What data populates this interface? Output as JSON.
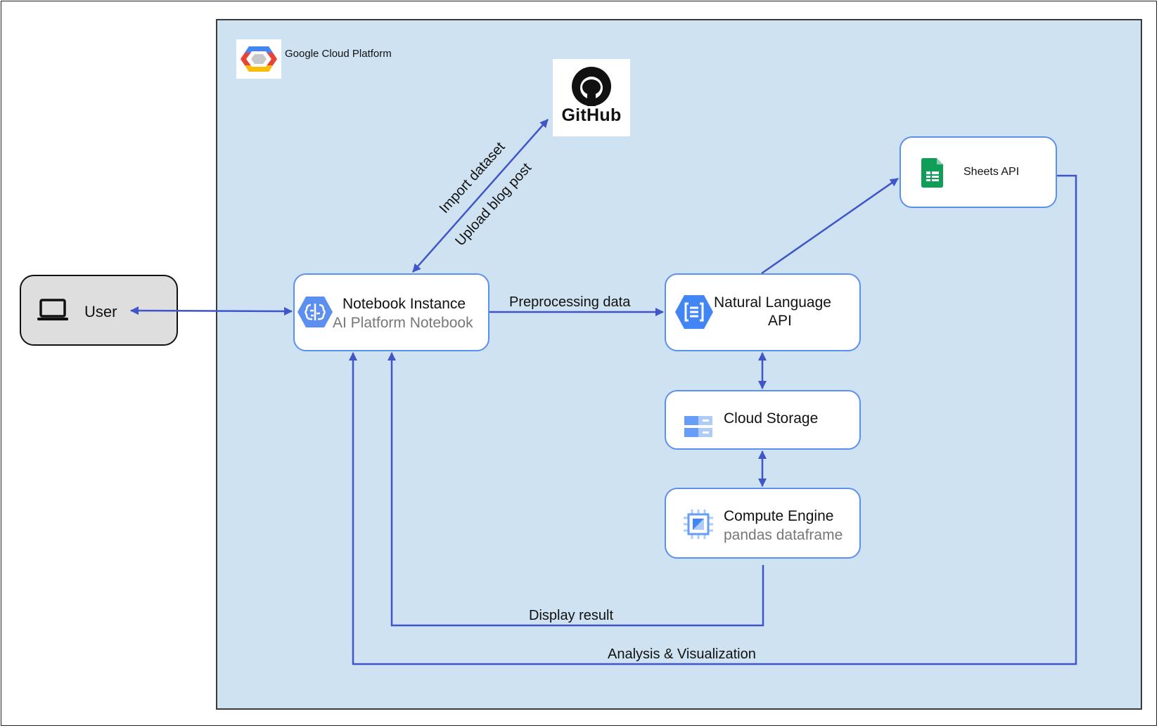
{
  "frame": {
    "platform_label": "Google Cloud Platform",
    "github_label": "GitHub"
  },
  "nodes": {
    "user": {
      "label": "User",
      "icon": "laptop-icon"
    },
    "notebook": {
      "title": "Notebook Instance",
      "subtitle": "AI Platform Notebook",
      "icon": "ai-platform-icon"
    },
    "nl_api": {
      "title_line1": "Natural Language",
      "title_line2": "API",
      "icon": "natural-language-api-icon"
    },
    "sheets": {
      "title": "Sheets API",
      "icon": "google-sheets-icon"
    },
    "storage": {
      "title": "Cloud Storage",
      "icon": "cloud-storage-icon"
    },
    "compute": {
      "title": "Compute Engine",
      "subtitle": "pandas dataframe",
      "icon": "compute-engine-icon"
    }
  },
  "edges": {
    "import_dataset": "Import dataset",
    "upload_blog_post": "Upload blog post",
    "preprocessing": "Preprocessing data",
    "display_result": "Display result",
    "analysis": "Analysis & Visualization"
  },
  "colors": {
    "region_fill": "#cfe2f1",
    "node_border": "#5b8ff0",
    "connector": "#3f55c8",
    "gcp_blue": "#4285f4",
    "sheets_green": "#0f9d58"
  }
}
